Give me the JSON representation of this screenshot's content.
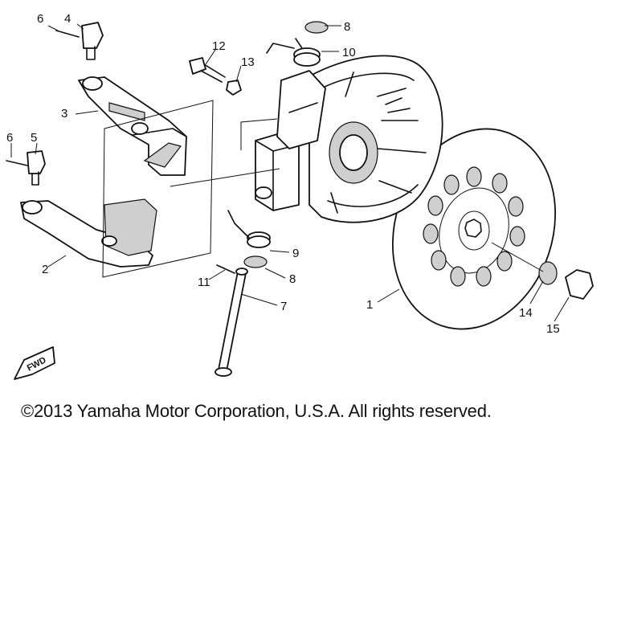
{
  "diagram": {
    "callouts": [
      "1",
      "2",
      "3",
      "4",
      "5",
      "6",
      "6",
      "7",
      "8",
      "8",
      "9",
      "10",
      "11",
      "12",
      "13",
      "14",
      "15"
    ],
    "direction_mark": "FWD"
  },
  "footer": {
    "copyright": "©2013 Yamaha Motor Corporation, U.S.A. All rights reserved."
  }
}
